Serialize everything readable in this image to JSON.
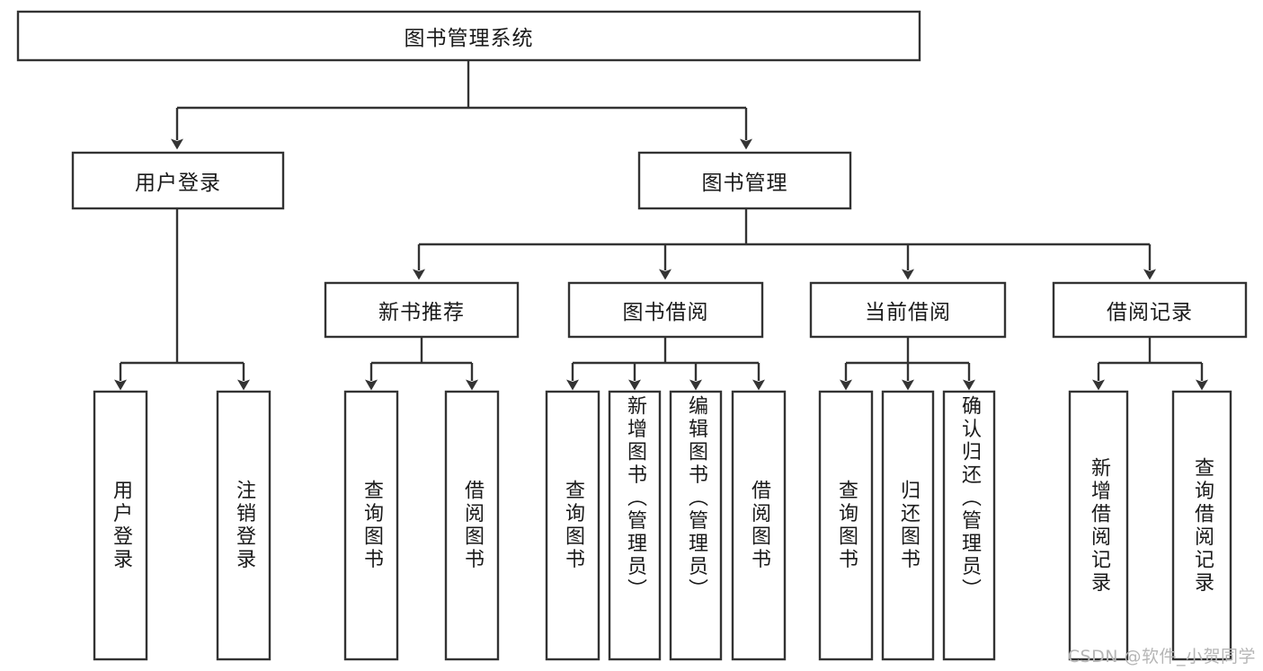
{
  "diagram": {
    "type": "tree-hierarchy",
    "title": "图书管理系统",
    "colors": {
      "stroke": "#333333",
      "box_fill": "#ffffff",
      "text": "#1a1a1a",
      "background": "#ffffff",
      "watermark": "#b6b6b6"
    },
    "nodes": {
      "root": {
        "label": "图书管理系统",
        "level": 1
      },
      "level2": [
        {
          "id": "user-login",
          "label": "用户登录"
        },
        {
          "id": "book-manage",
          "label": "图书管理"
        }
      ],
      "level3": [
        {
          "id": "new-book-rec",
          "label": "新书推荐",
          "parent": "book-manage"
        },
        {
          "id": "book-borrow",
          "label": "图书借阅",
          "parent": "book-manage"
        },
        {
          "id": "current-borrow",
          "label": "当前借阅",
          "parent": "book-manage"
        },
        {
          "id": "borrow-record",
          "label": "借阅记录",
          "parent": "book-manage"
        }
      ],
      "leaves": [
        {
          "id": "leaf-user-login",
          "label": "用户登录",
          "parent": "user-login"
        },
        {
          "id": "leaf-logout-login",
          "label": "注销登录",
          "parent": "user-login"
        },
        {
          "id": "leaf-query-book-1",
          "label": "查询图书",
          "parent": "new-book-rec"
        },
        {
          "id": "leaf-borrow-book-1",
          "label": "借阅图书",
          "parent": "new-book-rec"
        },
        {
          "id": "leaf-query-book-2",
          "label": "查询图书",
          "parent": "book-borrow"
        },
        {
          "id": "leaf-add-book",
          "label": "新增图书（管理员）",
          "parent": "book-borrow"
        },
        {
          "id": "leaf-edit-book",
          "label": "编辑图书（管理员）",
          "parent": "book-borrow"
        },
        {
          "id": "leaf-borrow-book-2",
          "label": "借阅图书",
          "parent": "book-borrow"
        },
        {
          "id": "leaf-query-book-3",
          "label": "查询图书",
          "parent": "current-borrow"
        },
        {
          "id": "leaf-return-book",
          "label": "归还图书",
          "parent": "current-borrow"
        },
        {
          "id": "leaf-confirm-return",
          "label": "确认归还（管理员）",
          "parent": "current-borrow"
        },
        {
          "id": "leaf-add-record",
          "label": "新增借阅记录",
          "parent": "borrow-record"
        },
        {
          "id": "leaf-query-record",
          "label": "查询借阅记录",
          "parent": "borrow-record"
        }
      ]
    }
  },
  "watermark": {
    "text": "CSDN @软件_小贺同学"
  }
}
